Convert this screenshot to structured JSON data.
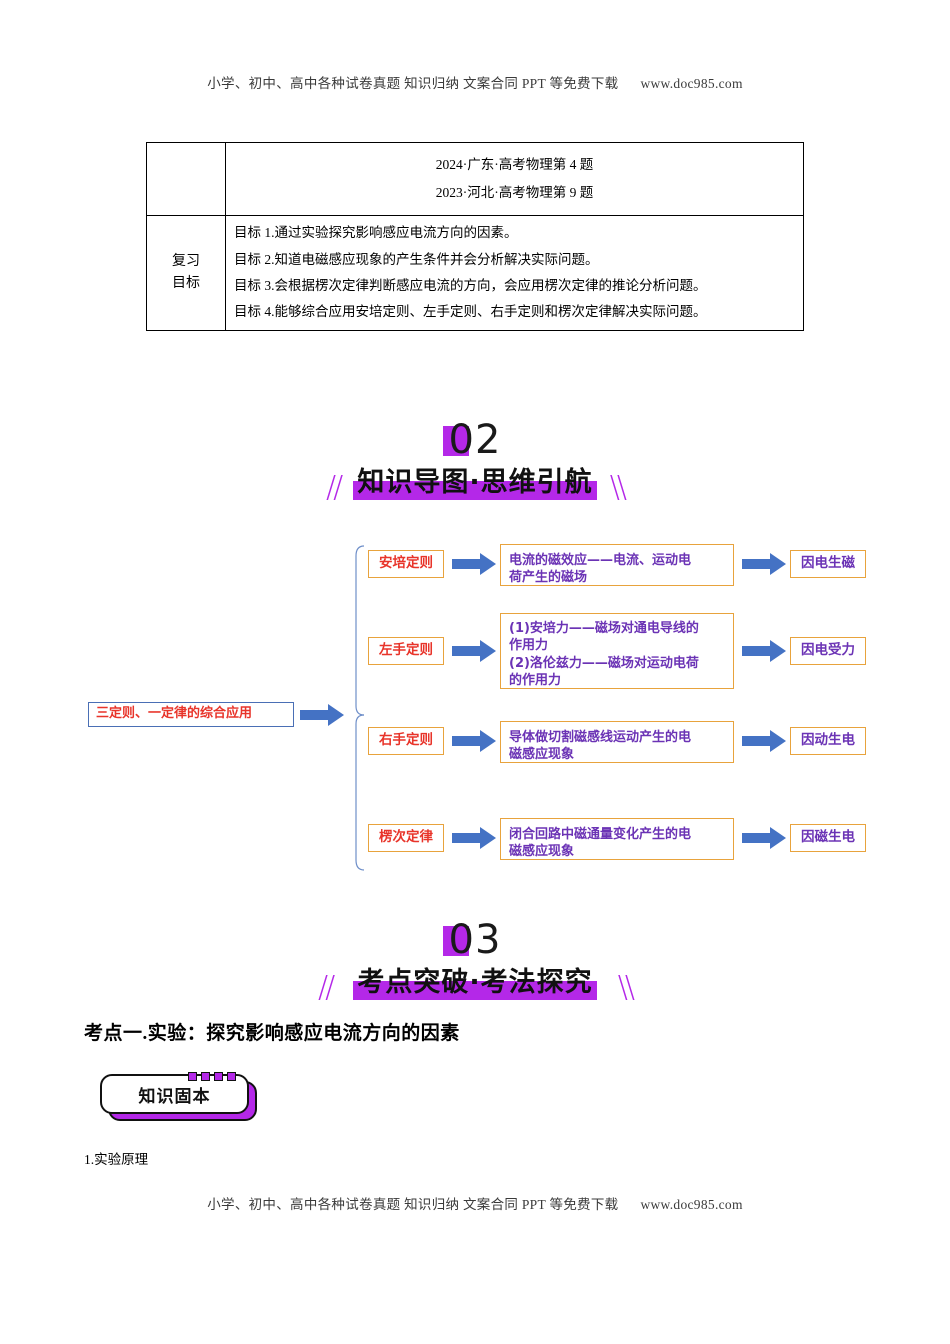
{
  "page": {
    "running_head": "小学、初中、高中各种试卷真题  知识归纳  文案合同  PPT 等免费下载",
    "running_head_url": "www.doc985.com",
    "running_foot": "小学、初中、高中各种试卷真题  知识归纳  文案合同  PPT 等免费下载",
    "running_foot_url": "www.doc985.com"
  },
  "objectives_table": {
    "exam_rows": [
      "2024·广东·高考物理第 4 题",
      "2023·河北·高考物理第 9 题"
    ],
    "goals_label": "复习\n目标",
    "goals_label_line1": "复习",
    "goals_label_line2": "目标",
    "goals": [
      "目标 1.通过实验探究影响感应电流方向的因素。",
      "目标 2.知道电磁感应现象的产生条件并会分析解决实际问题。",
      "目标 3.会根据楞次定律判断感应电流的方向，会应用楞次定律的推论分析问题。",
      "目标 4.能够综合应用安培定则、左手定则、右手定则和楞次定律解决实际问题。"
    ]
  },
  "banner_02": {
    "number": "02",
    "title": "知识导图·思维引航",
    "slash_left": "//",
    "slash_right": "\\\\",
    "accent_color": "#b428e8"
  },
  "banner_03": {
    "number": "03",
    "title": "考点突破·考法探究",
    "slash_left": "//",
    "slash_right": "\\\\",
    "accent_color": "#b428e8"
  },
  "mindmap": {
    "root": "三定则、一定律的综合应用",
    "root_border_color": "#4a6fb5",
    "rule_text_color": "#e8342a",
    "desc_text_color": "#6b33b5",
    "box_border_color": "#e8a33d",
    "arrow_color": "#4472c4",
    "branches": [
      {
        "rule": "安培定则",
        "desc_lines": [
          "电流的磁效应——电流、运动电",
          "荷产生的磁场"
        ],
        "result": "因电生磁"
      },
      {
        "rule": "左手定则",
        "desc_lines": [
          "(1)安培力——磁场对通电导线的",
          "作用力",
          "(2)洛伦兹力——磁场对运动电荷",
          "的作用力"
        ],
        "result": "因电受力"
      },
      {
        "rule": "右手定则",
        "desc_lines": [
          "导体做切割磁感线运动产生的电",
          "磁感应现象"
        ],
        "result": "因动生电"
      },
      {
        "rule": "楞次定律",
        "desc_lines": [
          "闭合回路中磁通量变化产生的电",
          "磁感应现象"
        ],
        "result": "因磁生电"
      }
    ]
  },
  "content": {
    "kaodian_heading": "考点一.实验：探究影响感应电流方向的因素",
    "badge_label": "知识固本",
    "subsection": "1.实验原理"
  }
}
